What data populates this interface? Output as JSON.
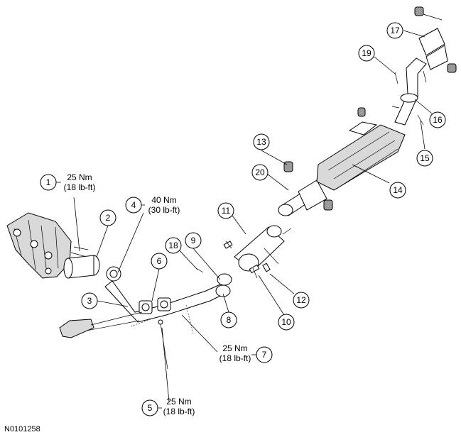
{
  "figure_id": "N0101258",
  "callouts": [
    {
      "num": "1",
      "torque_nm": "25 Nm",
      "torque_lbft": "(18 lb-ft)"
    },
    {
      "num": "2"
    },
    {
      "num": "3"
    },
    {
      "num": "4",
      "torque_nm": "40 Nm",
      "torque_lbft": "(30 lb-ft)"
    },
    {
      "num": "5",
      "torque_nm": "25 Nm",
      "torque_lbft": "(18 lb-ft)"
    },
    {
      "num": "6"
    },
    {
      "num": "7",
      "torque_nm": "25 Nm",
      "torque_lbft": "(18 lb-ft)"
    },
    {
      "num": "8"
    },
    {
      "num": "9"
    },
    {
      "num": "10"
    },
    {
      "num": "11"
    },
    {
      "num": "12"
    },
    {
      "num": "13"
    },
    {
      "num": "14"
    },
    {
      "num": "15"
    },
    {
      "num": "16"
    },
    {
      "num": "17"
    },
    {
      "num": "18"
    },
    {
      "num": "19"
    },
    {
      "num": "20"
    }
  ]
}
